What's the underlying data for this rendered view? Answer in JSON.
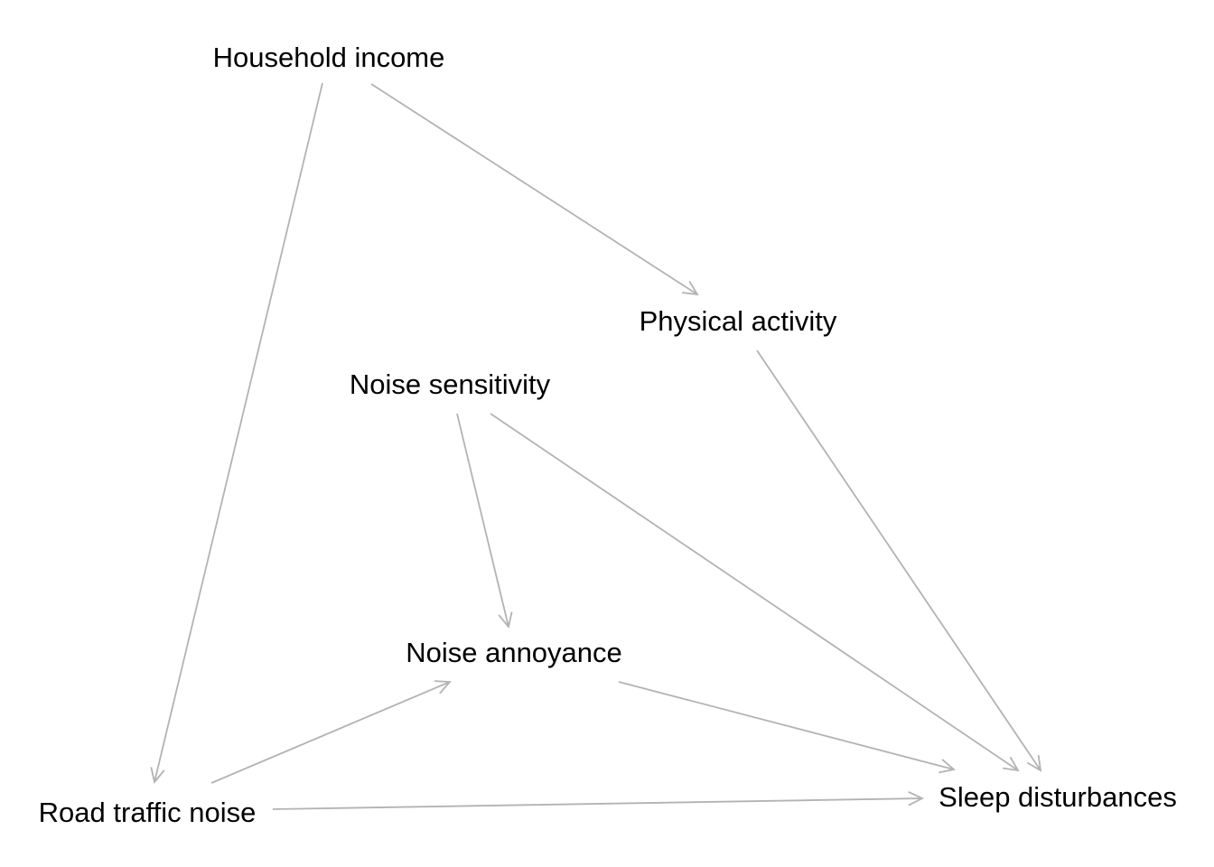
{
  "diagram": {
    "edge_color": "#b3b3b3",
    "text_color": "#000000",
    "nodes": [
      {
        "id": "household_income",
        "label": "Household income"
      },
      {
        "id": "physical_activity",
        "label": "Physical activity"
      },
      {
        "id": "noise_sensitivity",
        "label": "Noise sensitivity"
      },
      {
        "id": "noise_annoyance",
        "label": "Noise annoyance"
      },
      {
        "id": "road_traffic_noise",
        "label": "Road traffic noise"
      },
      {
        "id": "sleep_disturbances",
        "label": "Sleep disturbances"
      }
    ],
    "edges": [
      {
        "from": "household_income",
        "to": "road_traffic_noise"
      },
      {
        "from": "household_income",
        "to": "physical_activity"
      },
      {
        "from": "physical_activity",
        "to": "sleep_disturbances"
      },
      {
        "from": "noise_sensitivity",
        "to": "noise_annoyance"
      },
      {
        "from": "noise_sensitivity",
        "to": "sleep_disturbances"
      },
      {
        "from": "road_traffic_noise",
        "to": "noise_annoyance"
      },
      {
        "from": "road_traffic_noise",
        "to": "sleep_disturbances"
      },
      {
        "from": "noise_annoyance",
        "to": "sleep_disturbances"
      }
    ]
  }
}
